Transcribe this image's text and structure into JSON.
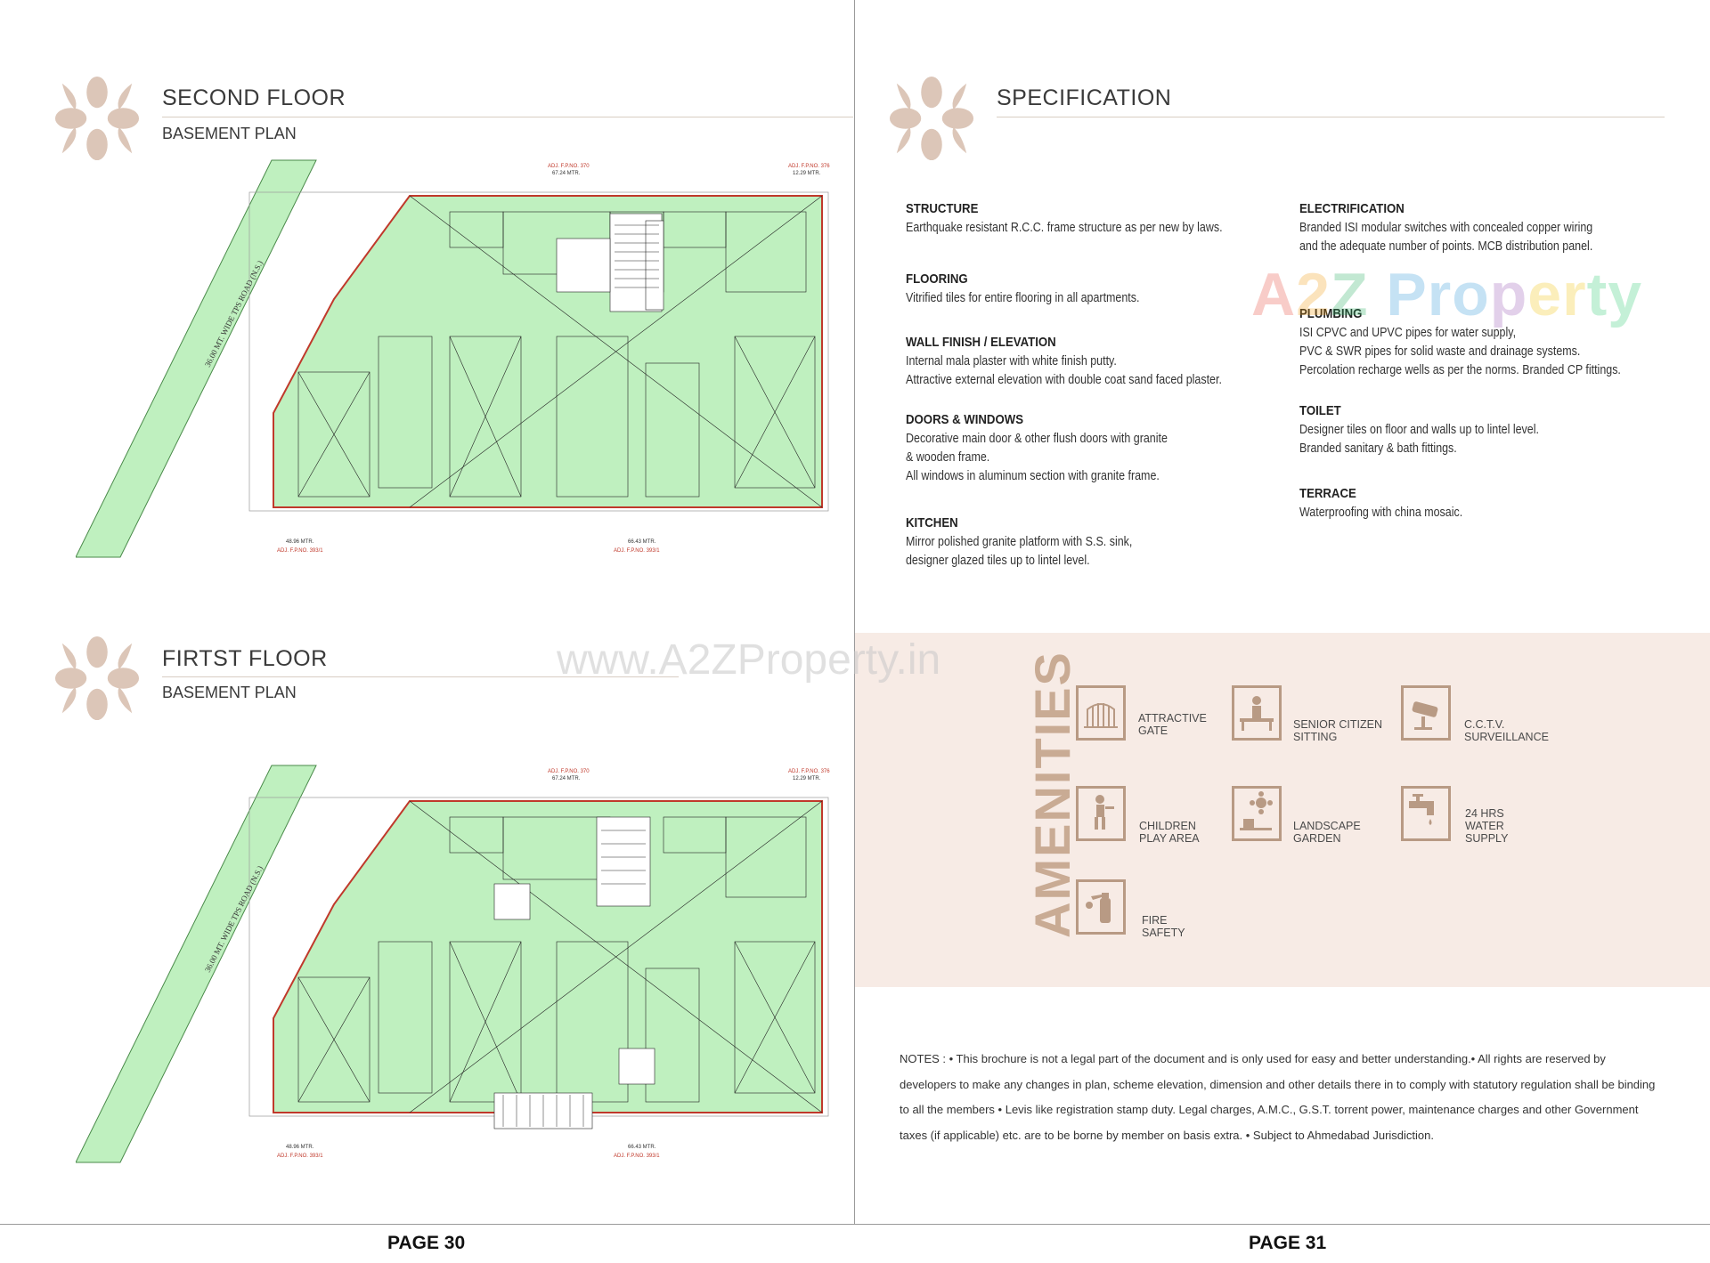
{
  "left_page": {
    "section1": {
      "title": "SECOND FLOOR",
      "subtitle": "BASEMENT PLAN"
    },
    "section2": {
      "title": "FIRTST FLOOR",
      "subtitle": "BASEMENT PLAN"
    },
    "plan_labels": {
      "road": "36.00 MT. WIDE TPS ROAD (N.S.)",
      "top_adj_1": "ADJ. F.P.NO. 370",
      "top_dim_1": "67.24 MTR.",
      "top_adj_2": "ADJ. F.P.NO. 376",
      "top_dim_2": "12.29 MTR.",
      "bottom_dim_1": "48.96 MTR.",
      "bottom_dim_2": "66.43 MTR.",
      "bottom_adj_1": "ADJ. F.P.NO. 393/1",
      "bottom_adj_2": "ADJ. F.P.NO. 393/1"
    },
    "page_number": "PAGE 30"
  },
  "right_page": {
    "title": "SPECIFICATION",
    "specs_left": [
      {
        "heading": "STRUCTURE",
        "lines": [
          "Earthquake resistant R.C.C. frame structure as per new by laws."
        ]
      },
      {
        "heading": "FLOORING",
        "lines": [
          "Vitrified tiles for entire flooring in all apartments."
        ]
      },
      {
        "heading": "WALL FINISH / ELEVATION",
        "lines": [
          "Internal mala plaster with white finish putty.",
          "Attractive external elevation with double coat sand faced plaster."
        ]
      },
      {
        "heading": "DOORS & WINDOWS",
        "lines": [
          "Decorative main door & other flush doors with granite",
          "& wooden frame.",
          "All windows in aluminum section with granite frame."
        ]
      },
      {
        "heading": "KITCHEN",
        "lines": [
          "Mirror polished granite platform with S.S. sink,",
          "designer glazed tiles up to lintel level."
        ]
      }
    ],
    "specs_right": [
      {
        "heading": "ELECTRIFICATION",
        "lines": [
          "Branded ISI modular switches with concealed copper wiring",
          "and the  adequate number of points. MCB distribution panel."
        ]
      },
      {
        "heading": "PLUMBING",
        "lines": [
          "ISI CPVC and UPVC pipes for water supply,",
          "PVC & SWR pipes for solid waste and drainage systems.",
          "Percolation recharge wells as per the norms. Branded CP fittings."
        ]
      },
      {
        "heading": "TOILET",
        "lines": [
          "Designer tiles on floor and walls up to lintel level.",
          "Branded sanitary & bath fittings."
        ]
      },
      {
        "heading": "TERRACE",
        "lines": [
          "Waterproofing with china mosaic."
        ]
      }
    ],
    "amenities_title": "AMENITIES",
    "amenities": [
      {
        "label1": "ATTRACTIVE",
        "label2": "GATE",
        "label3": "",
        "icon": "gate-icon"
      },
      {
        "label1": "SENIOR CITIZEN",
        "label2": "SITTING",
        "label3": "",
        "icon": "bench-icon"
      },
      {
        "label1": "C.C.T.V.",
        "label2": "SURVEILLANCE",
        "label3": "",
        "icon": "cctv-icon"
      },
      {
        "label1": "CHILDREN",
        "label2": "PLAY AREA",
        "label3": "",
        "icon": "child-icon"
      },
      {
        "label1": "LANDSCAPE",
        "label2": "GARDEN",
        "label3": "",
        "icon": "flower-icon"
      },
      {
        "label1": "24 HRS",
        "label2": "WATER",
        "label3": "SUPPLY",
        "icon": "tap-icon"
      },
      {
        "label1": "FIRE",
        "label2": "SAFETY",
        "label3": "",
        "icon": "extinguisher-icon"
      }
    ],
    "notes": "NOTES : •  This brochure is not a legal part of the document and is only used for easy and better understanding.•  All rights are reserved by developers to make any changes in plan, scheme elevation, dimension and other details there in to comply with statutory regulation shall be binding to all the members  •  Levis like registration stamp duty. Legal charges, A.M.C., G.S.T. torrent power, maintenance charges and other Government taxes (if applicable) etc. are to be borne by member on basis extra. •  Subject to Ahmedabad Jurisdiction.",
    "page_number": "PAGE 31"
  },
  "watermark": {
    "brand": "A2Z Property",
    "url": "www.A2ZProperty.in"
  },
  "colors": {
    "accent": "#b89a84",
    "plan_green": "#bff0bf",
    "band": "#f7ebe5"
  }
}
